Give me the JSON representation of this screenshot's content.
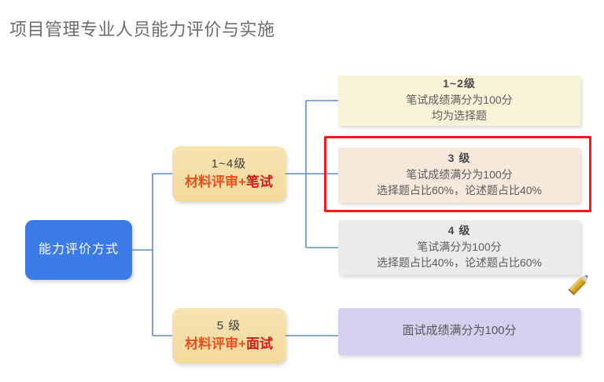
{
  "page": {
    "title": "项目管理专业人员能力评价与实施"
  },
  "diagram": {
    "type": "mindmap",
    "root": {
      "label": "能力评价方式",
      "color": "#3b7be8"
    },
    "branches": [
      {
        "line1": "1~4级",
        "line2_prefix": "材料评审+",
        "line2_accent": "笔试",
        "color": "#f3d99c"
      },
      {
        "line1": "5 级",
        "line2_prefix": "材料评审+",
        "line2_accent": "面试",
        "color": "#f3d99c"
      }
    ],
    "leaves": [
      {
        "title": "1~2级",
        "lines": [
          "笔试成绩满分为100分",
          "均为选择题"
        ],
        "color": "#faf2d8",
        "highlighted": false
      },
      {
        "title": "3 级",
        "lines": [
          "笔试成绩满分为100分",
          "选择题占比60%，论述题占比40%"
        ],
        "color": "#f7e8dc",
        "highlighted": true
      },
      {
        "title": "4 级",
        "lines": [
          "笔试满分为100分",
          "选择题占比40%，论述题占比60%"
        ],
        "color": "#ebebeb",
        "highlighted": false
      },
      {
        "title": "",
        "lines": [
          "面试成绩满分为100分"
        ],
        "color": "#d3d0f0",
        "highlighted": false
      }
    ],
    "highlight_color": "#f51b14",
    "connector_color": "#5b8dc8"
  },
  "cursor": {
    "icon": "pencil-icon",
    "color": "#d8a92e"
  }
}
